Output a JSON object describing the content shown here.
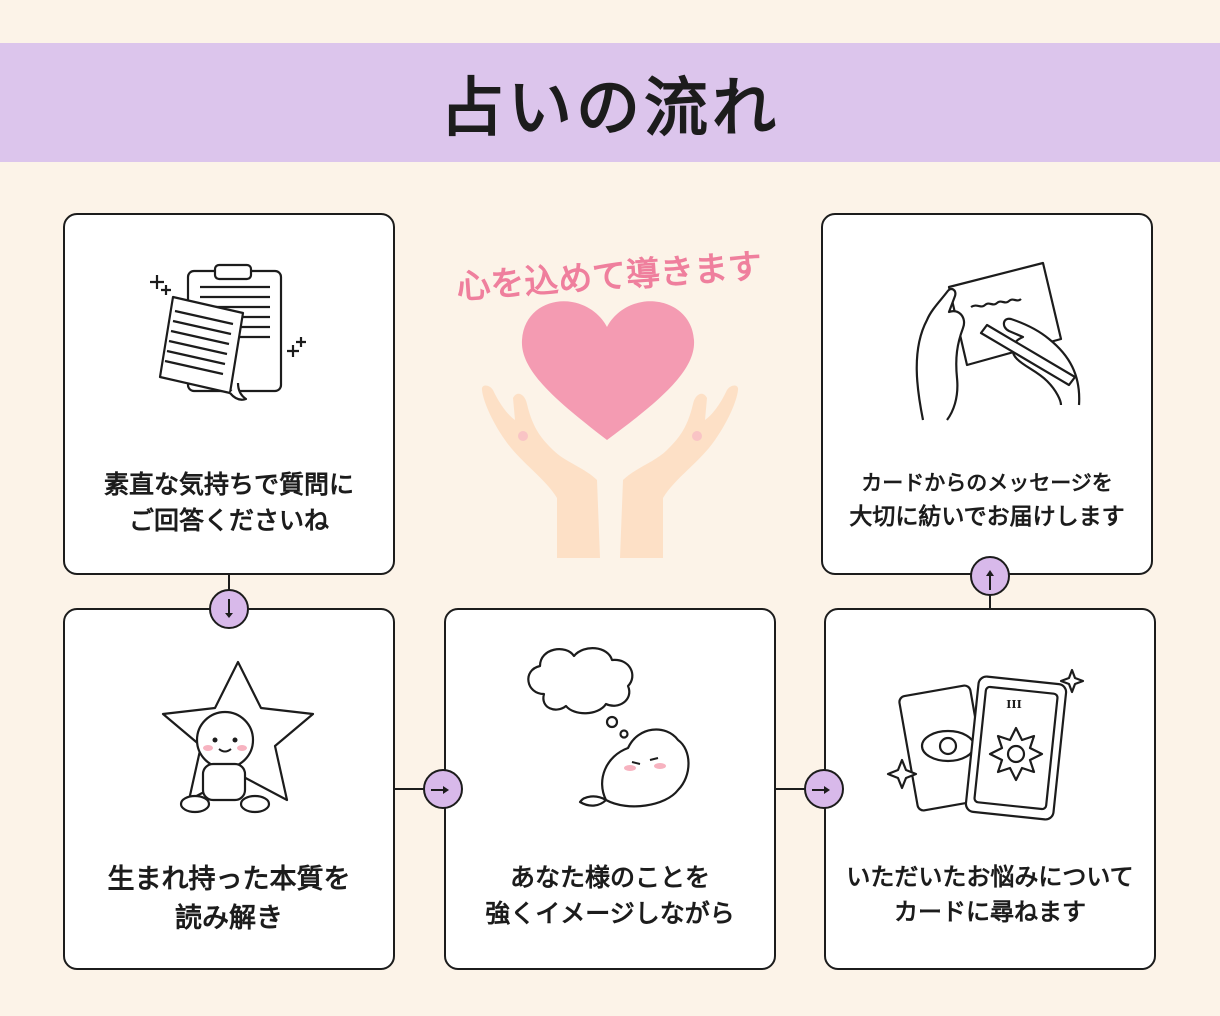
{
  "header": {
    "title": "占いの流れ"
  },
  "center": {
    "tagline": "心を込めて導きます"
  },
  "steps": [
    {
      "id": "questions",
      "line1": "素直な気持ちで質問に",
      "line2": "ご回答くださいね",
      "icon": "clipboard-icon"
    },
    {
      "id": "nature",
      "line1": "生まれ持った本質を",
      "line2": "読み解き",
      "icon": "baby-star-icon"
    },
    {
      "id": "image",
      "line1": "あなた様のことを",
      "line2": "強くイメージしながら",
      "icon": "dreaming-chick-icon"
    },
    {
      "id": "cards",
      "line1": "いただいたお悩みについて",
      "line2": "カードに尋ねます",
      "icon": "tarot-cards-icon"
    },
    {
      "id": "message",
      "line1": "カードからのメッセージを",
      "line2": "大切に紡いでお届けします",
      "icon": "writing-hands-icon"
    }
  ],
  "colors": {
    "background": "#fcf3e8",
    "banner": "#dcc5ec",
    "node": "#d8b9ea",
    "heart": "#f49bb2",
    "tagline": "#ef7f9d",
    "hands": "#fde0c6"
  }
}
